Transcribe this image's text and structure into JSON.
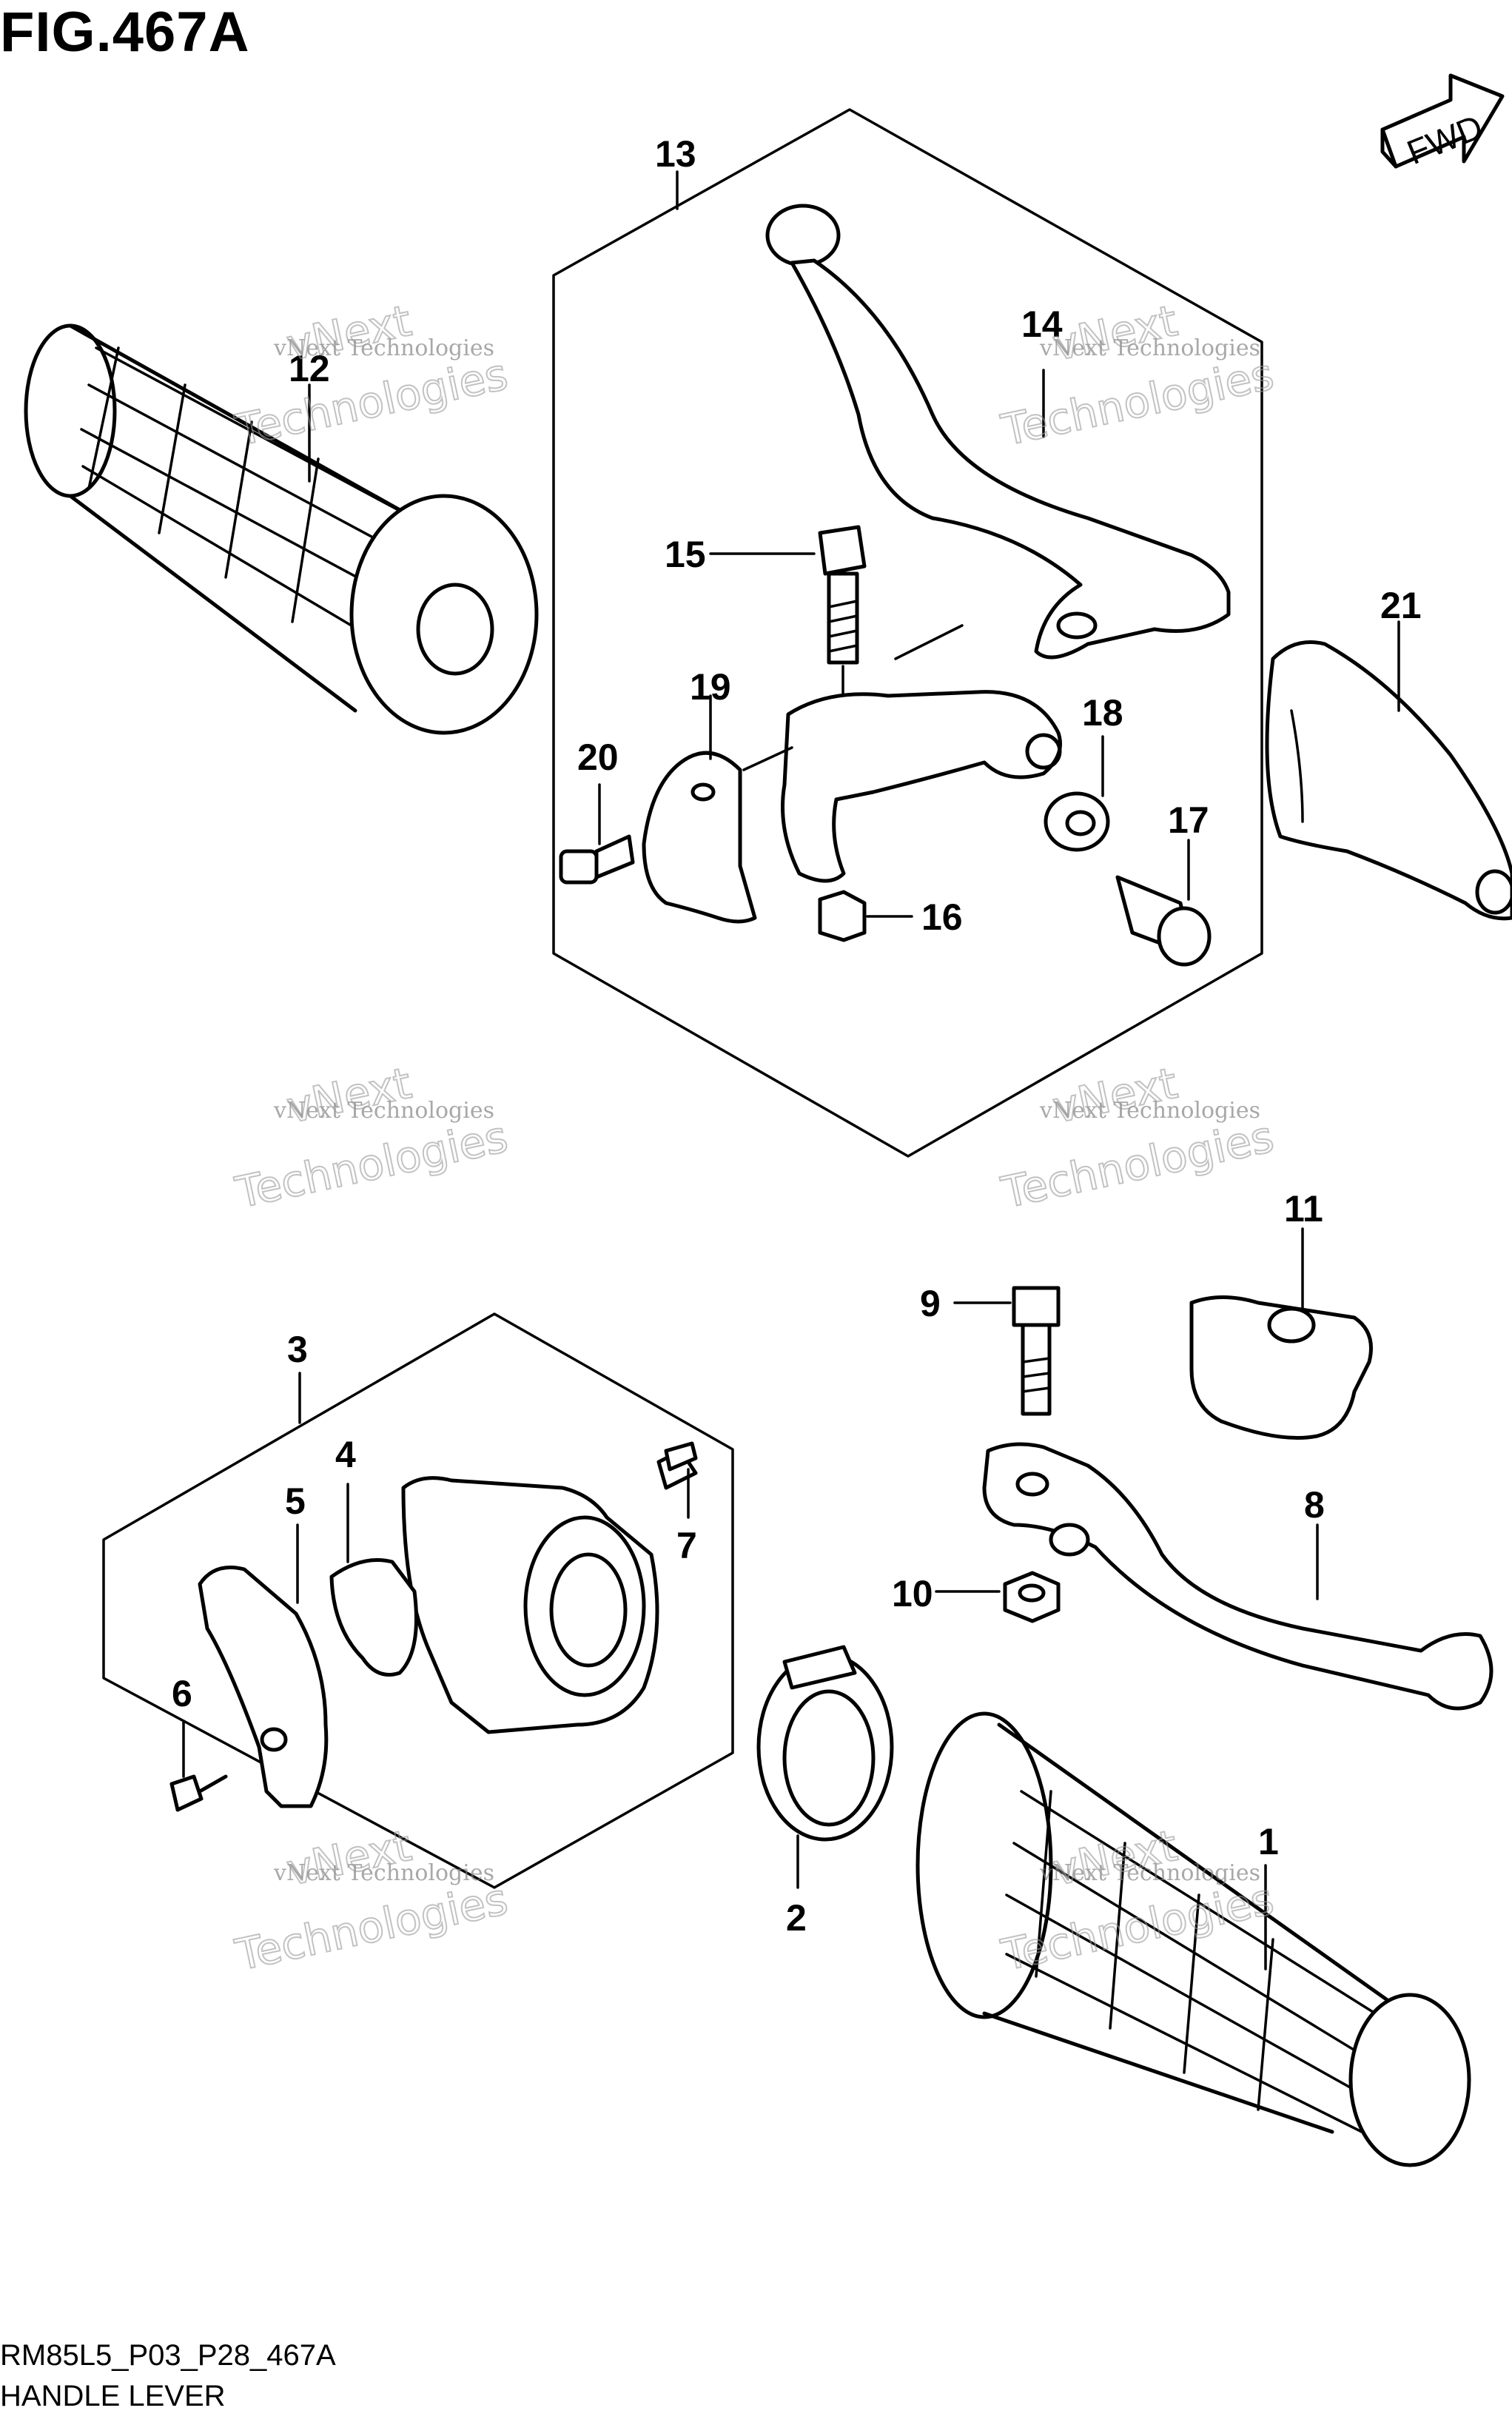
{
  "figure": {
    "title": "FIG.467A",
    "code": "RM85L5_P03_P28_467A",
    "name": "HANDLE LEVER"
  },
  "fwd_label": "FWD",
  "callouts": [
    "1",
    "2",
    "3",
    "4",
    "5",
    "6",
    "7",
    "8",
    "9",
    "10",
    "11",
    "12",
    "13",
    "14",
    "15",
    "16",
    "17",
    "18",
    "19",
    "20",
    "21"
  ],
  "watermark": {
    "line1": "vNext Technologies",
    "line2": "vNext",
    "line3": "Technologies"
  }
}
